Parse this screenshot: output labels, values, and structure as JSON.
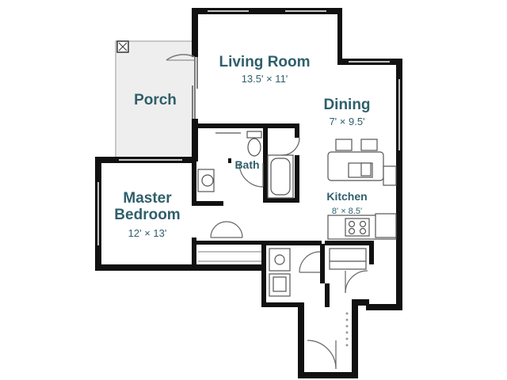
{
  "colors": {
    "wall": "#111111",
    "floor": "#ffffff",
    "porch_floor": "#e9e9e9",
    "label": "#2f5f6b",
    "fixture": "#777777"
  },
  "rooms": {
    "living_room": {
      "name": "Living Room",
      "dims": "13.5' × 11'"
    },
    "dining": {
      "name": "Dining",
      "dims": "7' × 9.5'"
    },
    "porch": {
      "name": "Porch"
    },
    "bath": {
      "name": "Bath"
    },
    "master_bedroom": {
      "name_line1": "Master",
      "name_line2": "Bedroom",
      "dims": "12' × 13'"
    },
    "kitchen": {
      "name": "Kitchen",
      "dims": "8' × 8.5'"
    }
  }
}
